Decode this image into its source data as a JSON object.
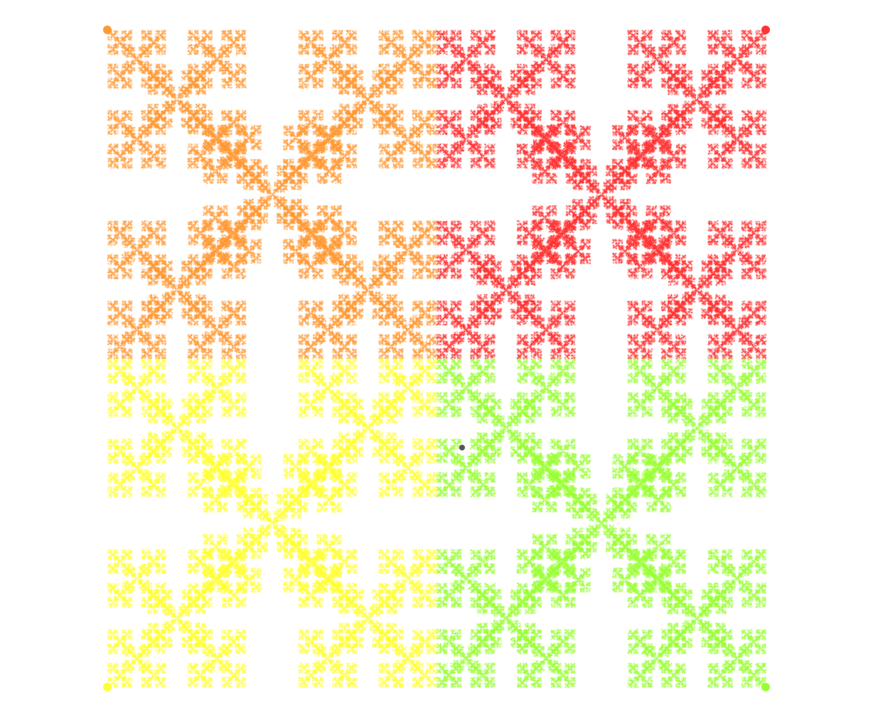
{
  "scene": {
    "background": "#ffffff",
    "vertices": [
      {
        "id": "top-left",
        "color": "#ff9933"
      },
      {
        "id": "top-right",
        "color": "#ff3333"
      },
      {
        "id": "bottom-left",
        "color": "#ffff33"
      },
      {
        "id": "bottom-right",
        "color": "#99ff33"
      }
    ],
    "current_point_color": "#555555"
  }
}
